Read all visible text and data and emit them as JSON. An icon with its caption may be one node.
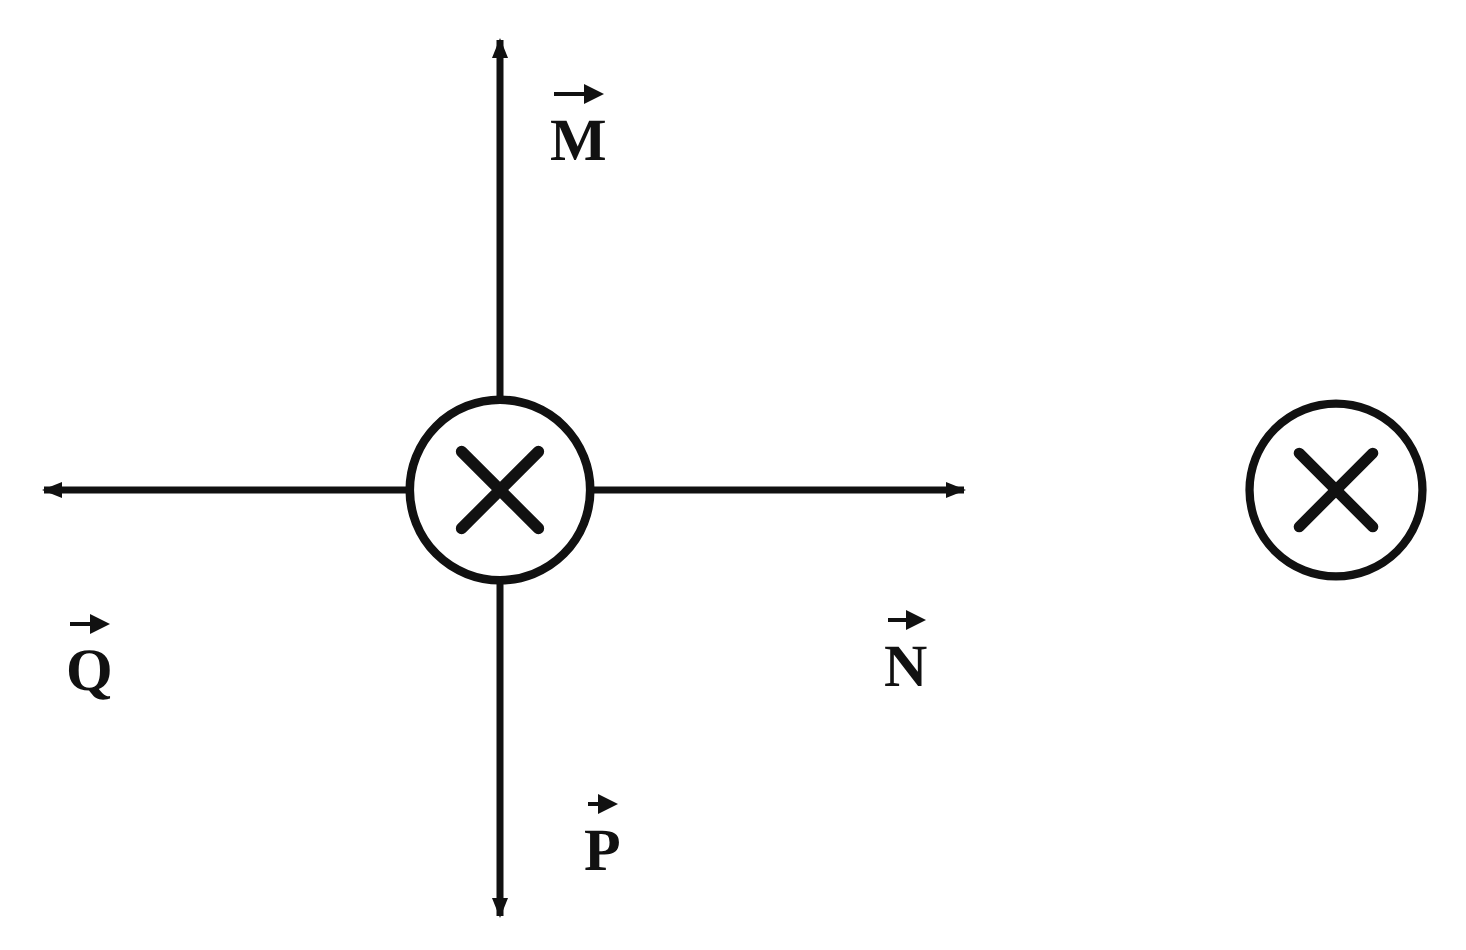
{
  "diagram": {
    "nodes": [
      {
        "text": [],
        "shape": "circle"
      },
      {
        "text": [],
        "shape": "circle"
      }
    ],
    "labels": [
      "M",
      "Q",
      "N",
      "P"
    ]
  }
}
